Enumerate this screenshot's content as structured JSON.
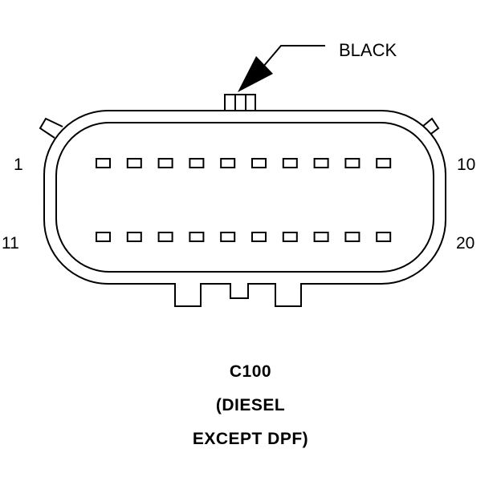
{
  "callout": {
    "label": "BLACK"
  },
  "pin_labels": {
    "top_left": "1",
    "top_right": "10",
    "bottom_left": "11",
    "bottom_right": "20"
  },
  "pins": {
    "rows": 2,
    "per_row": 10
  },
  "caption": {
    "line1": "C100",
    "line2": "(DIESEL",
    "line3": "EXCEPT DPF)"
  }
}
